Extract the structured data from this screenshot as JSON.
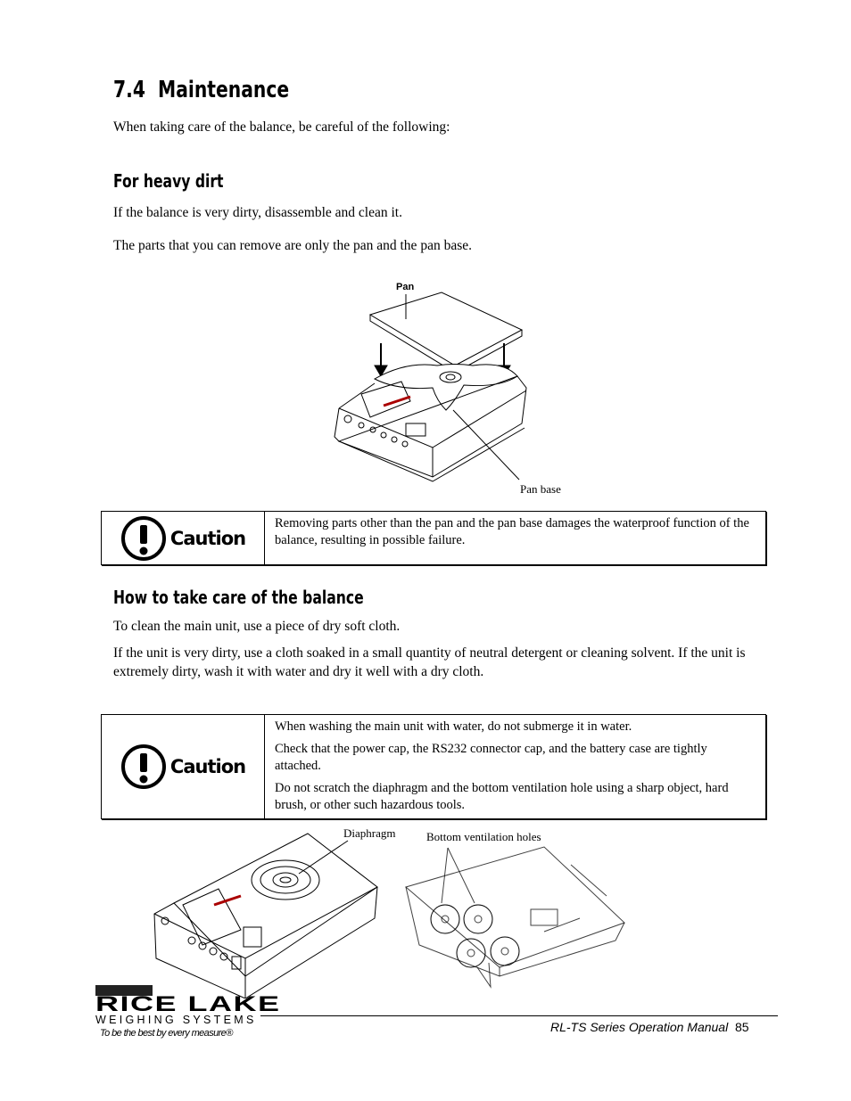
{
  "section": {
    "number": "7.4",
    "title": "Maintenance"
  },
  "intro": "When taking care of the balance, be careful of the following:",
  "heavy_dirt": {
    "heading": "For heavy dirt",
    "p1": "If the balance is very dirty, disassemble and clean it.",
    "p2": "The parts that you can remove are only the pan and the pan base."
  },
  "figure1": {
    "label_pan": "Pan",
    "label_pan_base": "Pan base"
  },
  "caution1": {
    "word": "Caution",
    "text": "Removing parts other than the pan and the pan base damages the waterproof function of the balance, resulting in possible failure."
  },
  "care": {
    "heading": "How to take care of the balance",
    "p1": "To clean the main unit, use a piece of dry soft cloth.",
    "p2": "If the unit is very dirty, use a cloth soaked in a small quantity of neutral detergent or cleaning solvent. If the unit is extremely dirty, wash it with water and dry it well with a dry cloth."
  },
  "caution2": {
    "word": "Caution",
    "items": [
      "When washing the main unit with water, do not submerge it in water.",
      "Check that the power cap, the RS232 connector cap, and the battery case are tightly attached.",
      "Do not scratch the diaphragm and the bottom ventilation hole using a sharp object, hard brush, or other such hazardous tools."
    ]
  },
  "figure2": {
    "label_diaphragm": "Diaphragm",
    "label_vent": "Bottom ventilation holes"
  },
  "logo": {
    "brand": "RICE LAKE",
    "sub": "WEIGHING SYSTEMS",
    "tagline": "To be the best by every measure®"
  },
  "footer": {
    "manual": "RL-TS Series Operation Manual",
    "page": "85"
  }
}
